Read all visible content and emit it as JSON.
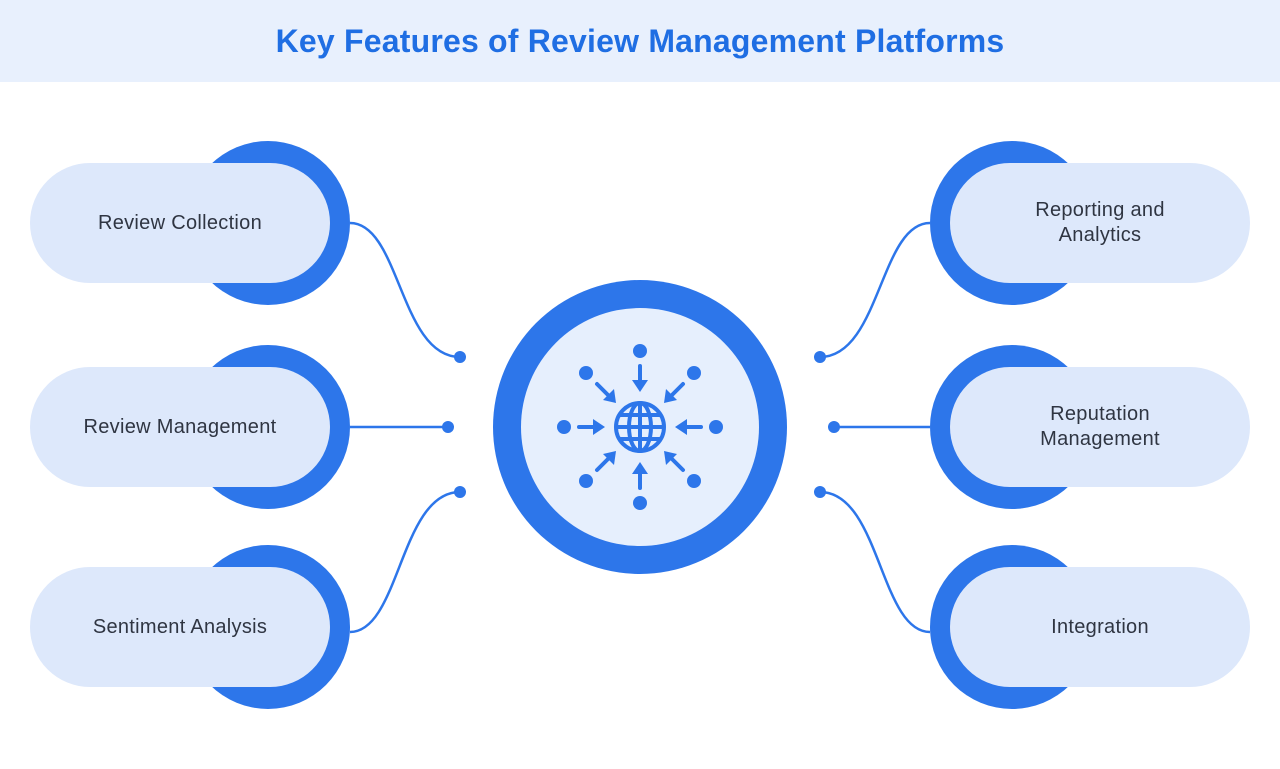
{
  "title": "Key Features of Review Management Platforms",
  "colors": {
    "accent": "#2d76ea",
    "pill_fill": "#dde8fb",
    "center_fill": "#e6effd",
    "header_bg": "#e8f0fd",
    "text": "#2f3542",
    "title": "#1f6ee3"
  },
  "center_icon": "globe-with-inward-arrows-icon",
  "features": {
    "left": [
      {
        "label": "Review Collection"
      },
      {
        "label": "Review Management"
      },
      {
        "label": "Sentiment Analysis"
      }
    ],
    "right": [
      {
        "label": "Reporting and\nAnalytics"
      },
      {
        "label": "Reputation\nManagement"
      },
      {
        "label": "Integration"
      }
    ]
  }
}
